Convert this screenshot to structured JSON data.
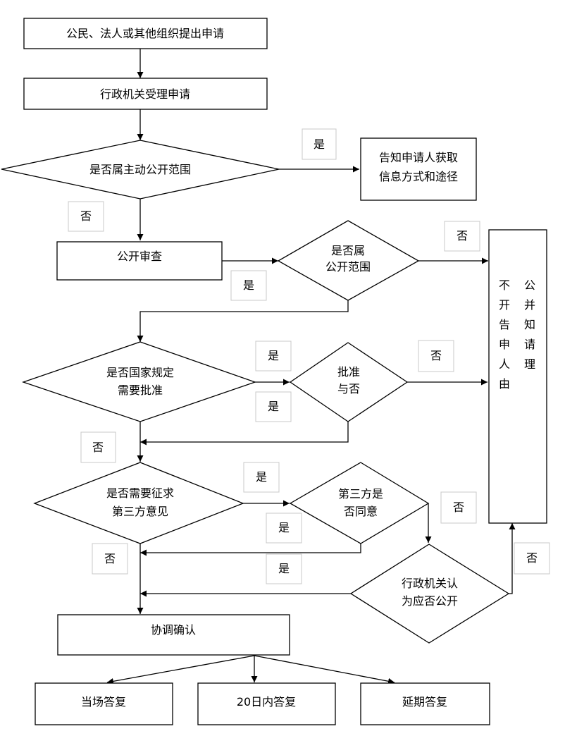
{
  "nodes": {
    "apply": "公民、法人或其他组织提出申请",
    "accept": "行政机关受理申请",
    "scope_q": "是否属主动公开范围",
    "inform": [
      "告知申请人获取",
      "信息方式和途径"
    ],
    "review": "公开审查",
    "public_q": [
      "是否属",
      "公开范围"
    ],
    "refuse": {
      "col_left": [
        "不",
        "开",
        "告",
        "申",
        "人",
        "由"
      ],
      "col_right": [
        "公",
        "并",
        "知",
        "请",
        "理"
      ]
    },
    "state_q": [
      "是否国家规定",
      "需要批准"
    ],
    "approve_q": [
      "批准",
      "与否"
    ],
    "third_q": [
      "是否需要征求",
      "第三方意见"
    ],
    "third_agree_q": [
      "第三方是",
      "否同意"
    ],
    "agency_q": [
      "行政机关认",
      "为应否公开"
    ],
    "coordinate": "协调确认",
    "reply_onsite": "当场答复",
    "reply_20d": "20日内答复",
    "reply_delay": "延期答复"
  },
  "labels": {
    "yes": "是",
    "no": "否"
  }
}
